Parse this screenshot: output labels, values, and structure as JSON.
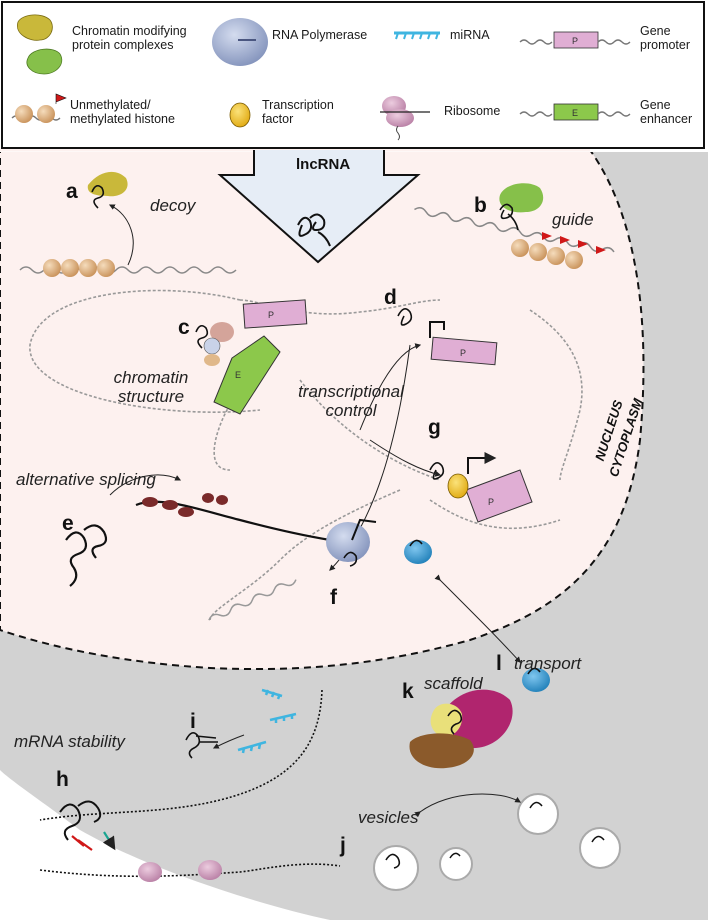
{
  "legend": {
    "chromatin_modifying": "Chromatin modifying protein complexes",
    "rna_polymerase": "RNA Polymerase",
    "mirna": "miRNA",
    "gene_promoter": "Gene promoter",
    "histone": "Unmethylated/ methylated histone",
    "transcription_factor": "Transcription factor",
    "ribosome": "Ribosome",
    "gene_enhancer": "Gene enhancer",
    "promoter_letter": "P",
    "enhancer_letter": "E"
  },
  "title": "lncRNA",
  "compartments": {
    "nucleus": "NUCLEUS",
    "cytoplasm": "CYTOPLASM"
  },
  "functions": {
    "a": {
      "letter": "a",
      "label": "decoy"
    },
    "b": {
      "letter": "b",
      "label": "guide"
    },
    "c": {
      "letter": "c",
      "label": "chromatin structure"
    },
    "d": {
      "letter": "d"
    },
    "e": {
      "letter": "e",
      "label": "alternative splicing"
    },
    "f": {
      "letter": "f"
    },
    "g": {
      "letter": "g",
      "label": "transcriptional control"
    },
    "h": {
      "letter": "h",
      "label": "mRNA stability"
    },
    "i": {
      "letter": "i"
    },
    "j": {
      "letter": "j",
      "label": "vesicles"
    },
    "k": {
      "letter": "k",
      "label": "scaffold"
    },
    "l": {
      "letter": "l",
      "label": "transport"
    }
  },
  "colors": {
    "yellow_complex": "#c9b83a",
    "green_complex": "#86c04a",
    "polymerase": "#a9b6d6",
    "mirna": "#3fb5e0",
    "promoter": "#e0aed4",
    "enhancer": "#8cc84b",
    "histone": "#e0b88a",
    "methyl_flag": "#d01818",
    "tf": "#f3cb2b",
    "ribosome": "#d6a6c8",
    "nucleus_bg": "#fdf1ef",
    "cytoplasm_bg": "#d3d3d3",
    "transport_blue": "#3b9fd6",
    "scaffold_magenta": "#b0256e",
    "scaffold_brown": "#8b5a2b",
    "splice_red": "#7a2a2a"
  }
}
